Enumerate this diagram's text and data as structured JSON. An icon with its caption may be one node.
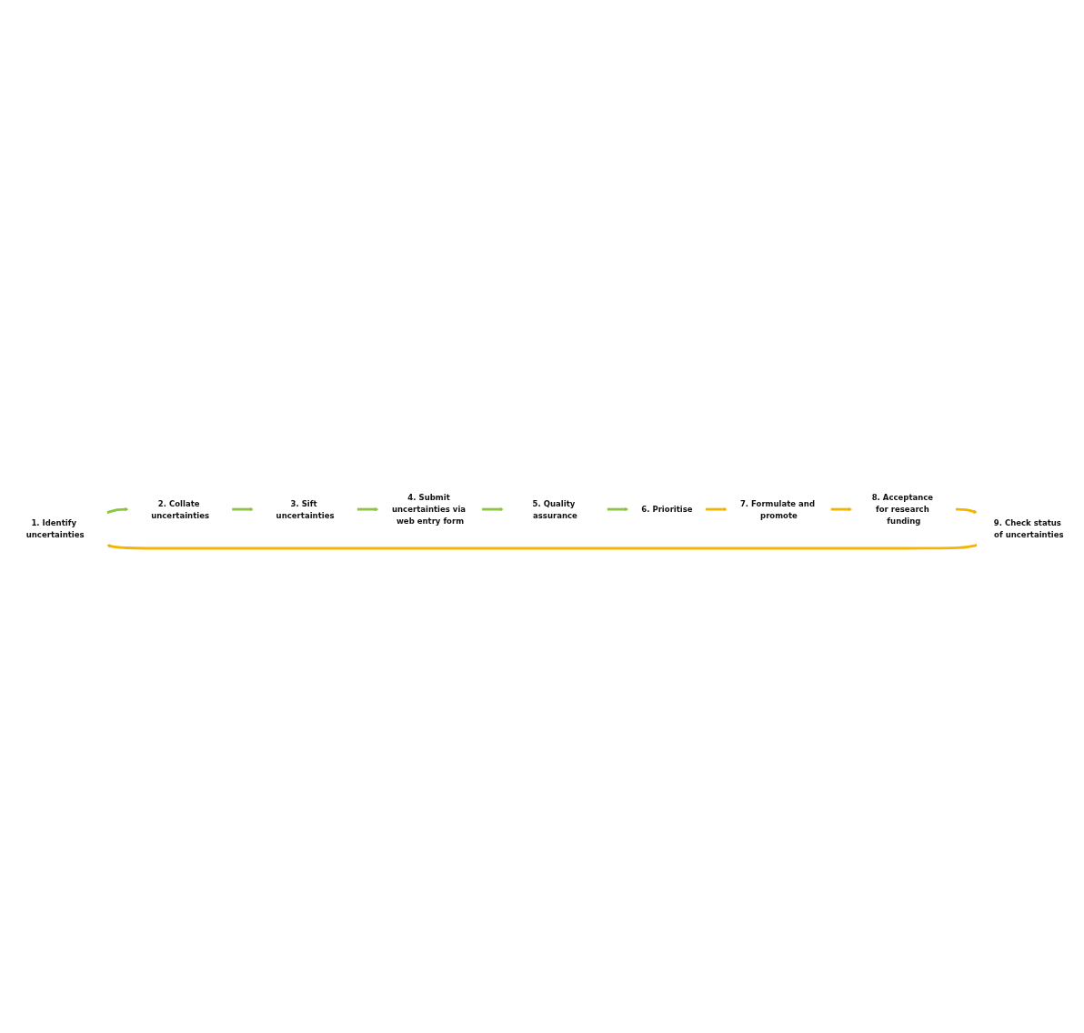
{
  "diagram": {
    "nodes": [
      {
        "text": [
          "1. Identify uncertainties"
        ]
      },
      {
        "text": [
          "2. Collate uncertainties"
        ]
      },
      {
        "text": [
          "3. Sift uncertainties"
        ]
      },
      {
        "text": [
          "4. Submit uncertainties via web entry form"
        ]
      },
      {
        "text": [
          "5. Quality assurance"
        ]
      },
      {
        "text": [
          "6. Prioritise"
        ]
      },
      {
        "text": [
          "7. Formulate and promote"
        ]
      },
      {
        "text": [
          "8. Acceptance for research funding"
        ]
      },
      {
        "text": [
          "9. Check status of uncertainties"
        ]
      }
    ],
    "edges": [
      {
        "from": 0,
        "to": 1,
        "arrow": "to"
      },
      {
        "from": 1,
        "to": 2,
        "arrow": "to"
      },
      {
        "from": 2,
        "to": 3,
        "arrow": "to"
      },
      {
        "from": 3,
        "to": 4,
        "arrow": "to"
      },
      {
        "from": 4,
        "to": 5,
        "arrow": "to"
      },
      {
        "from": 5,
        "to": 6,
        "arrow": "to",
        "color": "#f5b400"
      },
      {
        "from": 6,
        "to": 7,
        "arrow": "to",
        "color": "#f5b400"
      },
      {
        "from": 7,
        "to": 8,
        "arrow": "to",
        "color": "#f5b400"
      },
      {
        "from": 8,
        "to": 0,
        "arrow": "to",
        "color": "#f5b400"
      }
    ]
  }
}
